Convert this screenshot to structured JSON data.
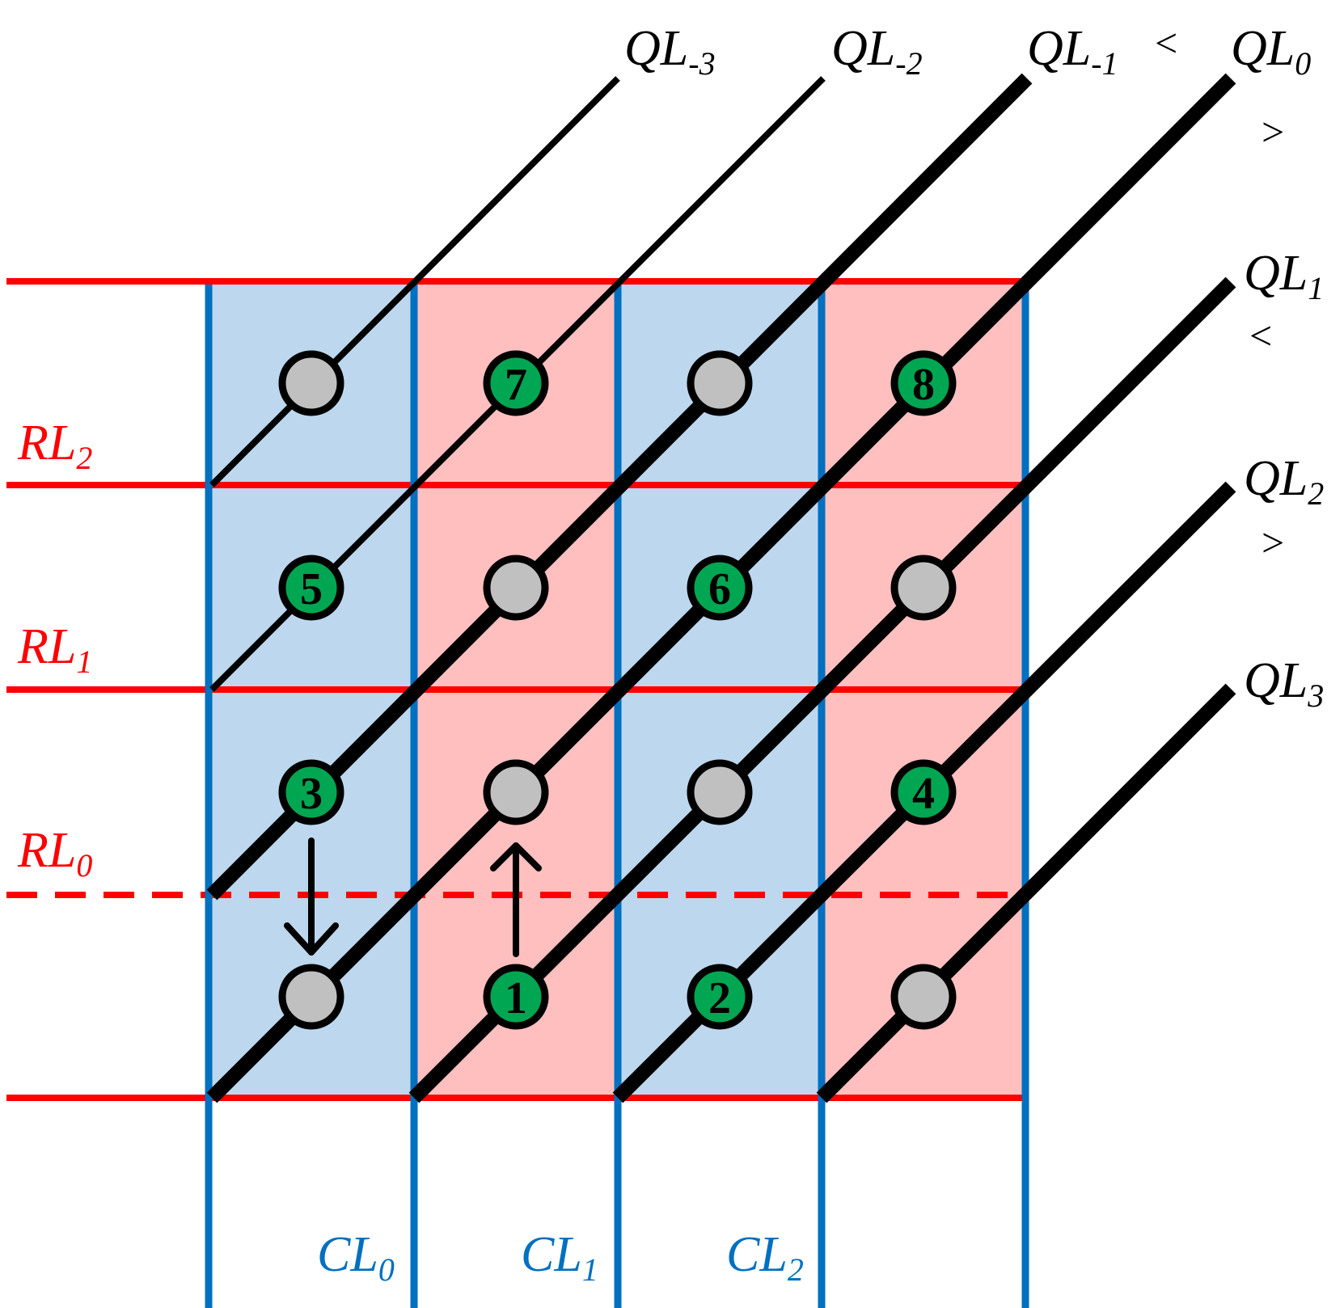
{
  "colors": {
    "row_line": "#ff0000",
    "column_line": "#0070c0",
    "cell_blue": "#bdd7ee",
    "cell_pink": "#ffbfbf",
    "node_highlight": "#00a651",
    "node_default": "#c0c0c0",
    "query_line": "#000000"
  },
  "query_lines": [
    {
      "base": "QL",
      "sub": "-3"
    },
    {
      "base": "QL",
      "sub": "-2"
    },
    {
      "base": "QL",
      "sub": "-1"
    },
    {
      "base": "QL",
      "sub": "0"
    },
    {
      "base": "QL",
      "sub": "1"
    },
    {
      "base": "QL",
      "sub": "2"
    },
    {
      "base": "QL",
      "sub": "3"
    }
  ],
  "row_lines": [
    {
      "base": "RL",
      "sub": "2"
    },
    {
      "base": "RL",
      "sub": "1"
    },
    {
      "base": "RL",
      "sub": "0"
    }
  ],
  "column_lines": [
    {
      "base": "CL",
      "sub": "0"
    },
    {
      "base": "CL",
      "sub": "1"
    },
    {
      "base": "CL",
      "sub": "2"
    }
  ],
  "comparisons": [
    "<",
    ">",
    "<",
    ">"
  ],
  "nodes": [
    [
      "",
      "7",
      "",
      "8"
    ],
    [
      "5",
      "",
      "6",
      ""
    ],
    [
      "3",
      "",
      "",
      "4"
    ],
    [
      "",
      "1",
      "2",
      ""
    ]
  ]
}
